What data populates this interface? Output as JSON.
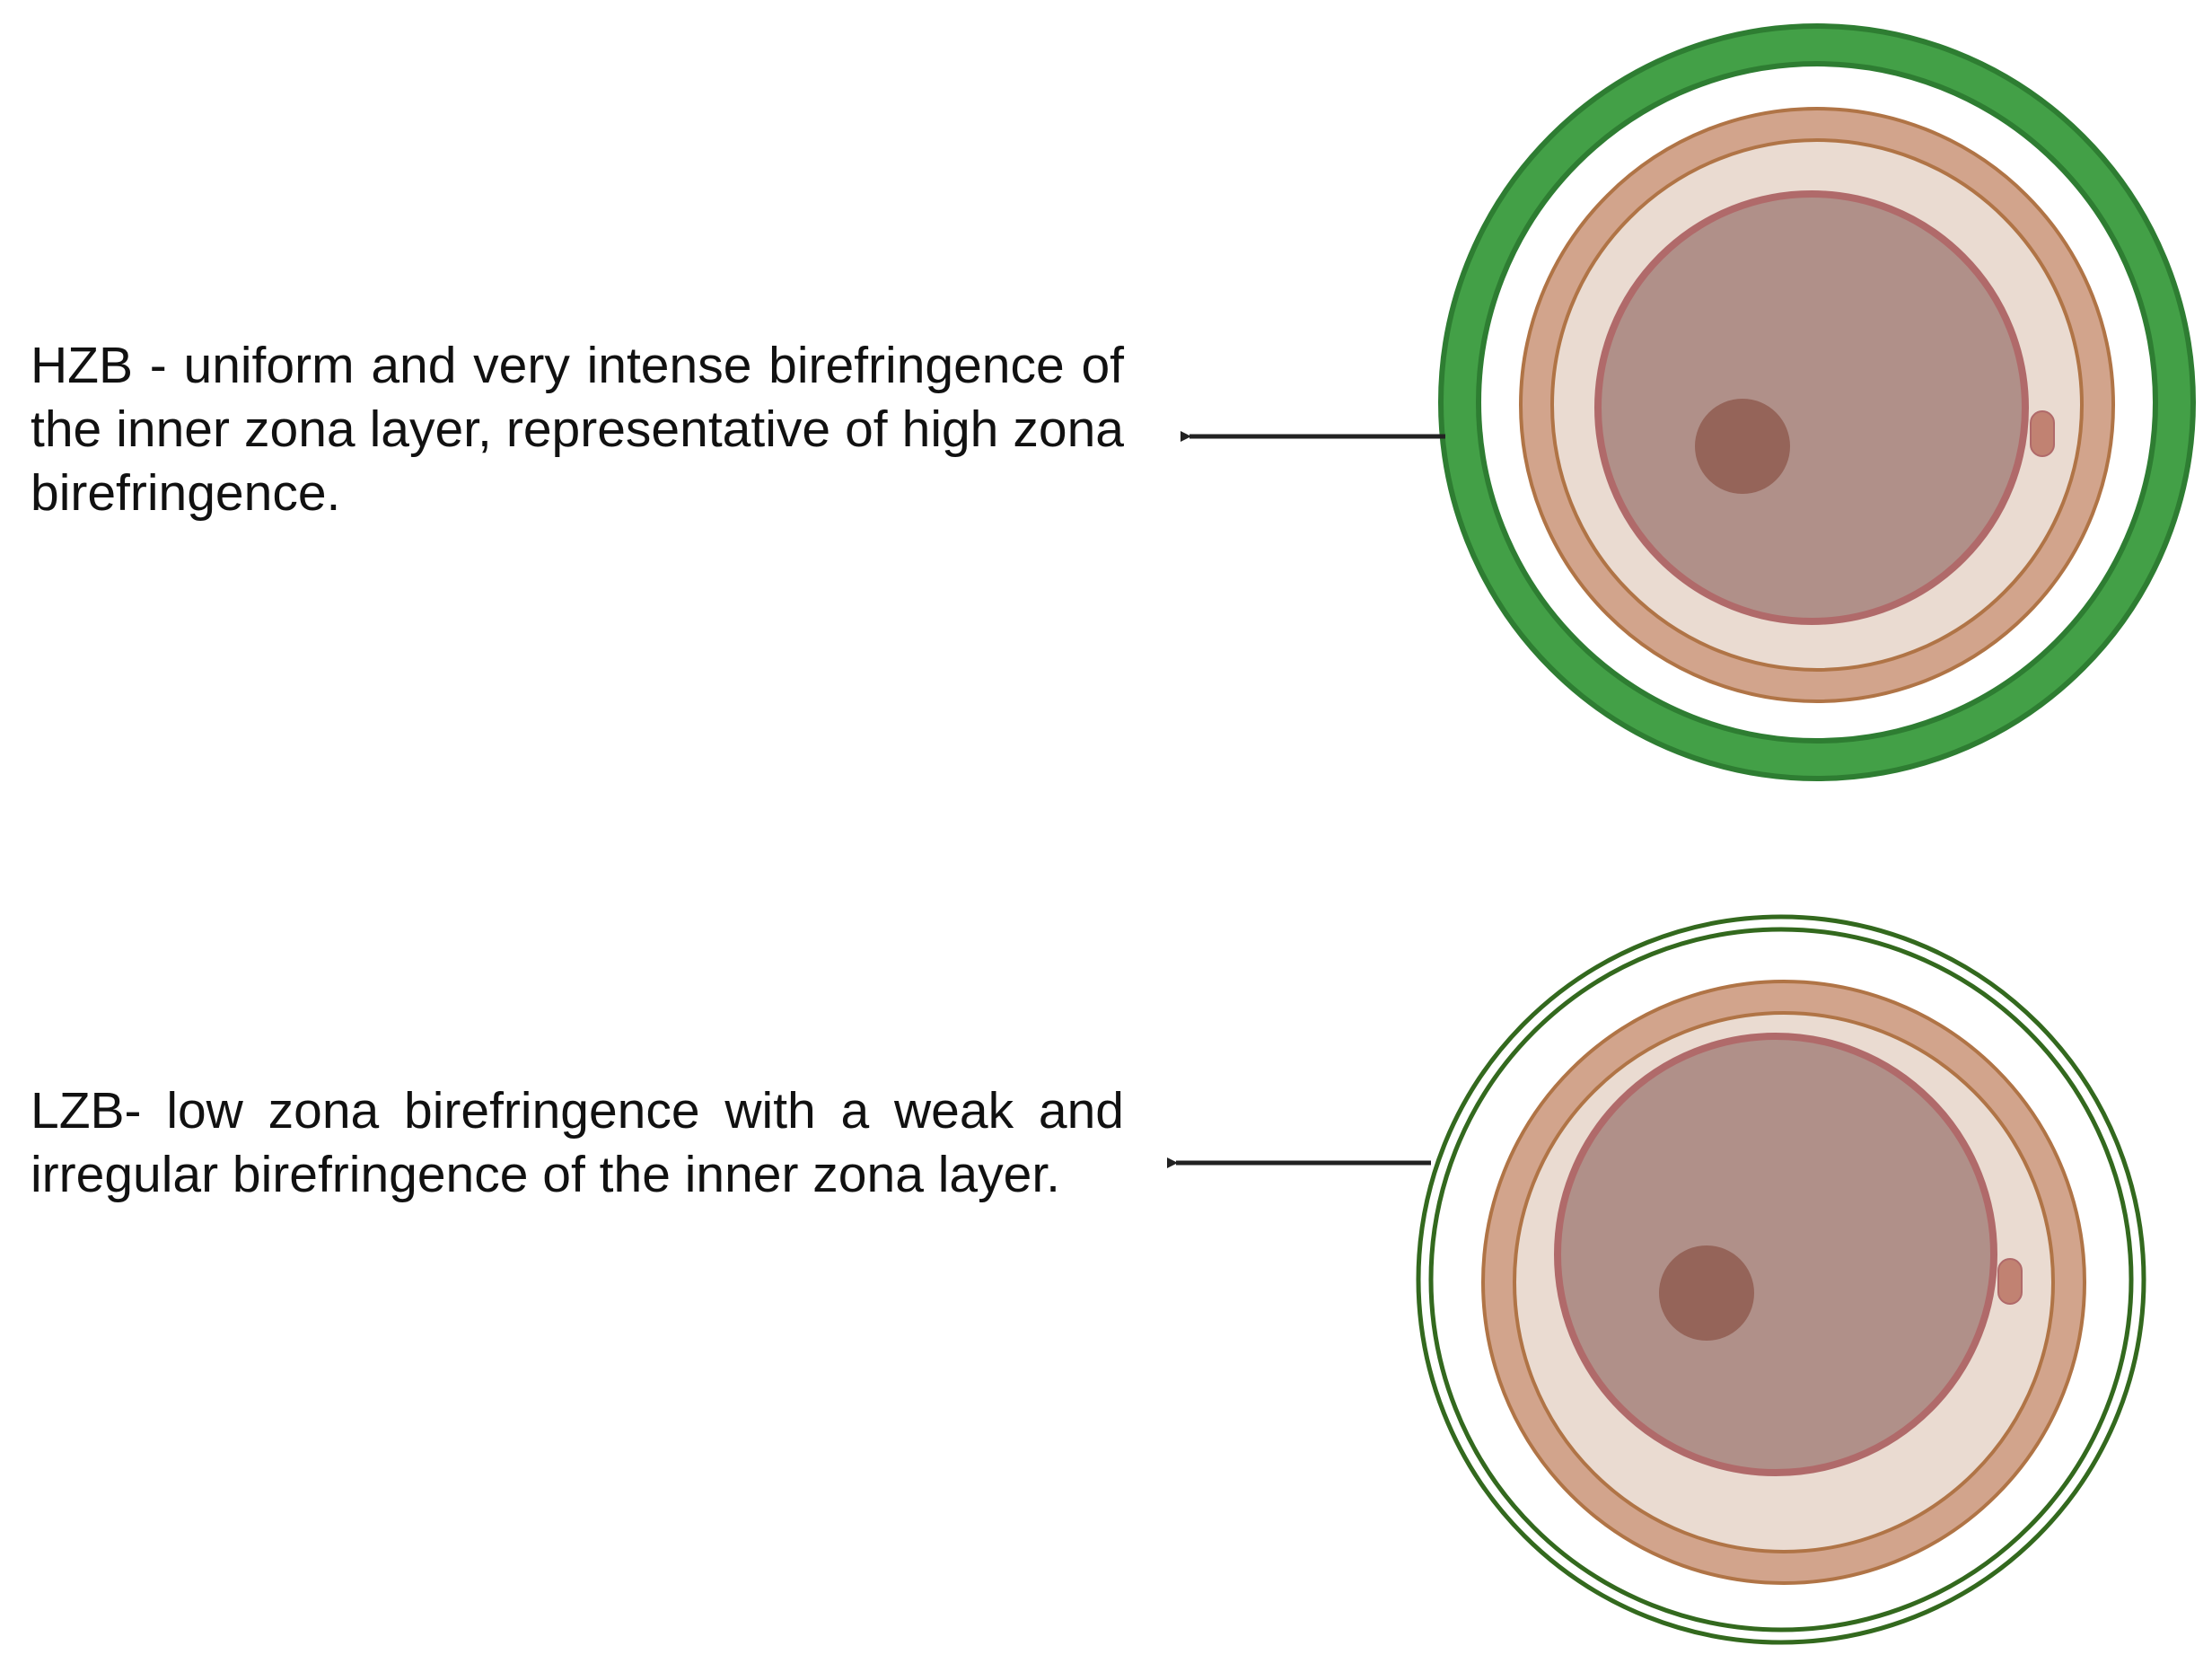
{
  "panels": [
    {
      "id": "hzb",
      "caption": "HZB - uniform and very intense birefringence of the inner zona layer, representative of high zona birefringence.",
      "zona_style": "thick uniform ring"
    },
    {
      "id": "lzb",
      "caption": "LZB- low zona birefringence with a weak and irregular birefringence of the inner zona layer.",
      "zona_style": "thin double ring"
    }
  ],
  "colors": {
    "zona_high": "#43a047",
    "zona_high_outline": "#2e7d32",
    "zona_low": "#33691e",
    "perivitelline_outer": "#d2a48c",
    "perivitelline_inner": "#eadbd1",
    "ring_outline": "#b07446",
    "cytoplasm": "#b09089",
    "cytoplasm_outline": "#b06a6a",
    "nucleus": "#956459",
    "polar_body": "#c18272",
    "arrow": "#222222",
    "text": "#111111"
  }
}
